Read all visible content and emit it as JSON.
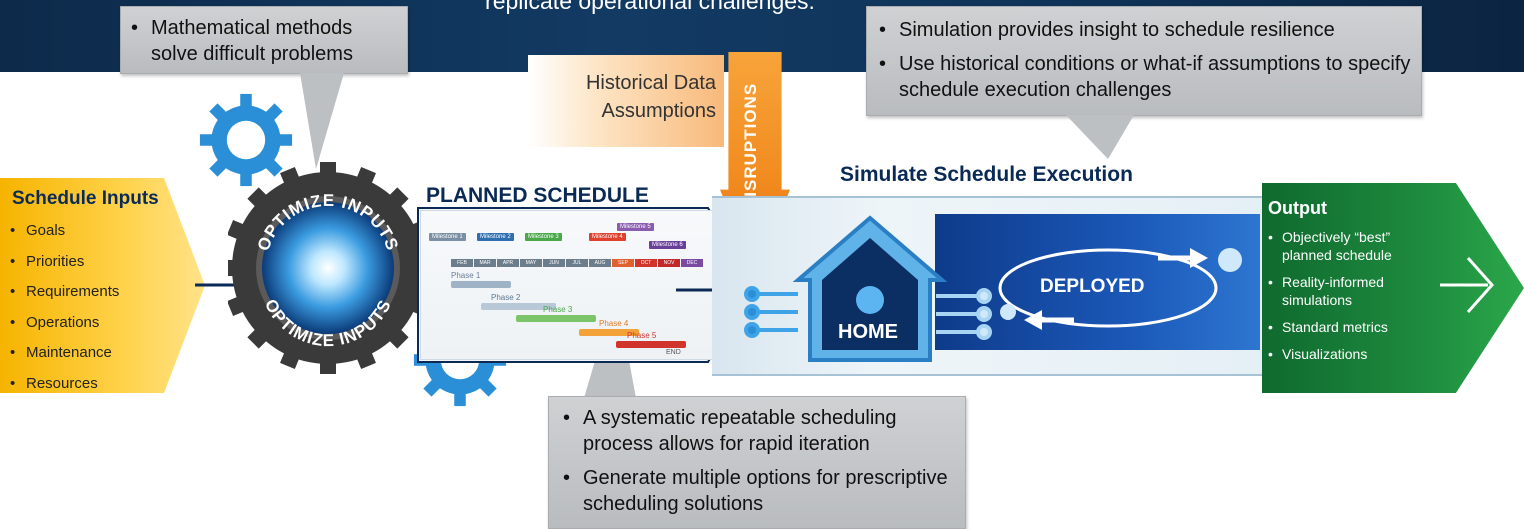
{
  "banner": {
    "caption": "replicate operational challenges."
  },
  "callouts": {
    "math": [
      "Mathematical methods solve difficult problems"
    ],
    "simulation": [
      "Simulation provides insight to schedule resilience",
      "Use historical conditions or what-if assumptions to specify schedule execution challenges"
    ],
    "process": [
      "A systematic repeatable scheduling process allows for rapid iteration",
      "Generate multiple options for prescriptive scheduling solutions"
    ]
  },
  "inputs": {
    "title": "Schedule Inputs",
    "items": [
      "Goals",
      "Priorities",
      "Requirements",
      "Operations",
      "Maintenance",
      "Resources"
    ]
  },
  "optimizer": {
    "top_label": "OPTIMIZE INPUTS",
    "bottom_label": "OPTIMIZE INPUTS"
  },
  "planned": {
    "title": "PLANNED SCHEDULE",
    "months": [
      "FEB",
      "MAR",
      "APR",
      "MAY",
      "JUN",
      "JUL",
      "AUG",
      "SEP",
      "OCT",
      "NOV",
      "DEC"
    ],
    "milestones": [
      "Milestone 1",
      "Milestone 2",
      "Milestone 3",
      "Milestone 4",
      "Milestone 5",
      "Milestone 6"
    ],
    "phases": [
      "Phase 1",
      "Phase 2",
      "Phase 3",
      "Phase 4",
      "Phase 5"
    ],
    "end_label": "END"
  },
  "disruptions": {
    "source": "Historical Data Assumptions",
    "label": "DISRUPTIONS"
  },
  "simulation": {
    "title": "Simulate Schedule Execution",
    "home": "HOME",
    "deployed": "DEPLOYED"
  },
  "output": {
    "title": "Output",
    "items": [
      "Objectively “best” planned schedule",
      "Reality-informed simulations",
      "Standard metrics",
      "Visualizations"
    ]
  },
  "colors": {
    "navy": "#0a2a55",
    "input_yellow": "#f6b400",
    "output_green": "#1d8a3e",
    "disrupt_orange": "#f18a1e",
    "deploy_blue": "#1b58b8",
    "callout_gray": "#c4c6c9"
  }
}
